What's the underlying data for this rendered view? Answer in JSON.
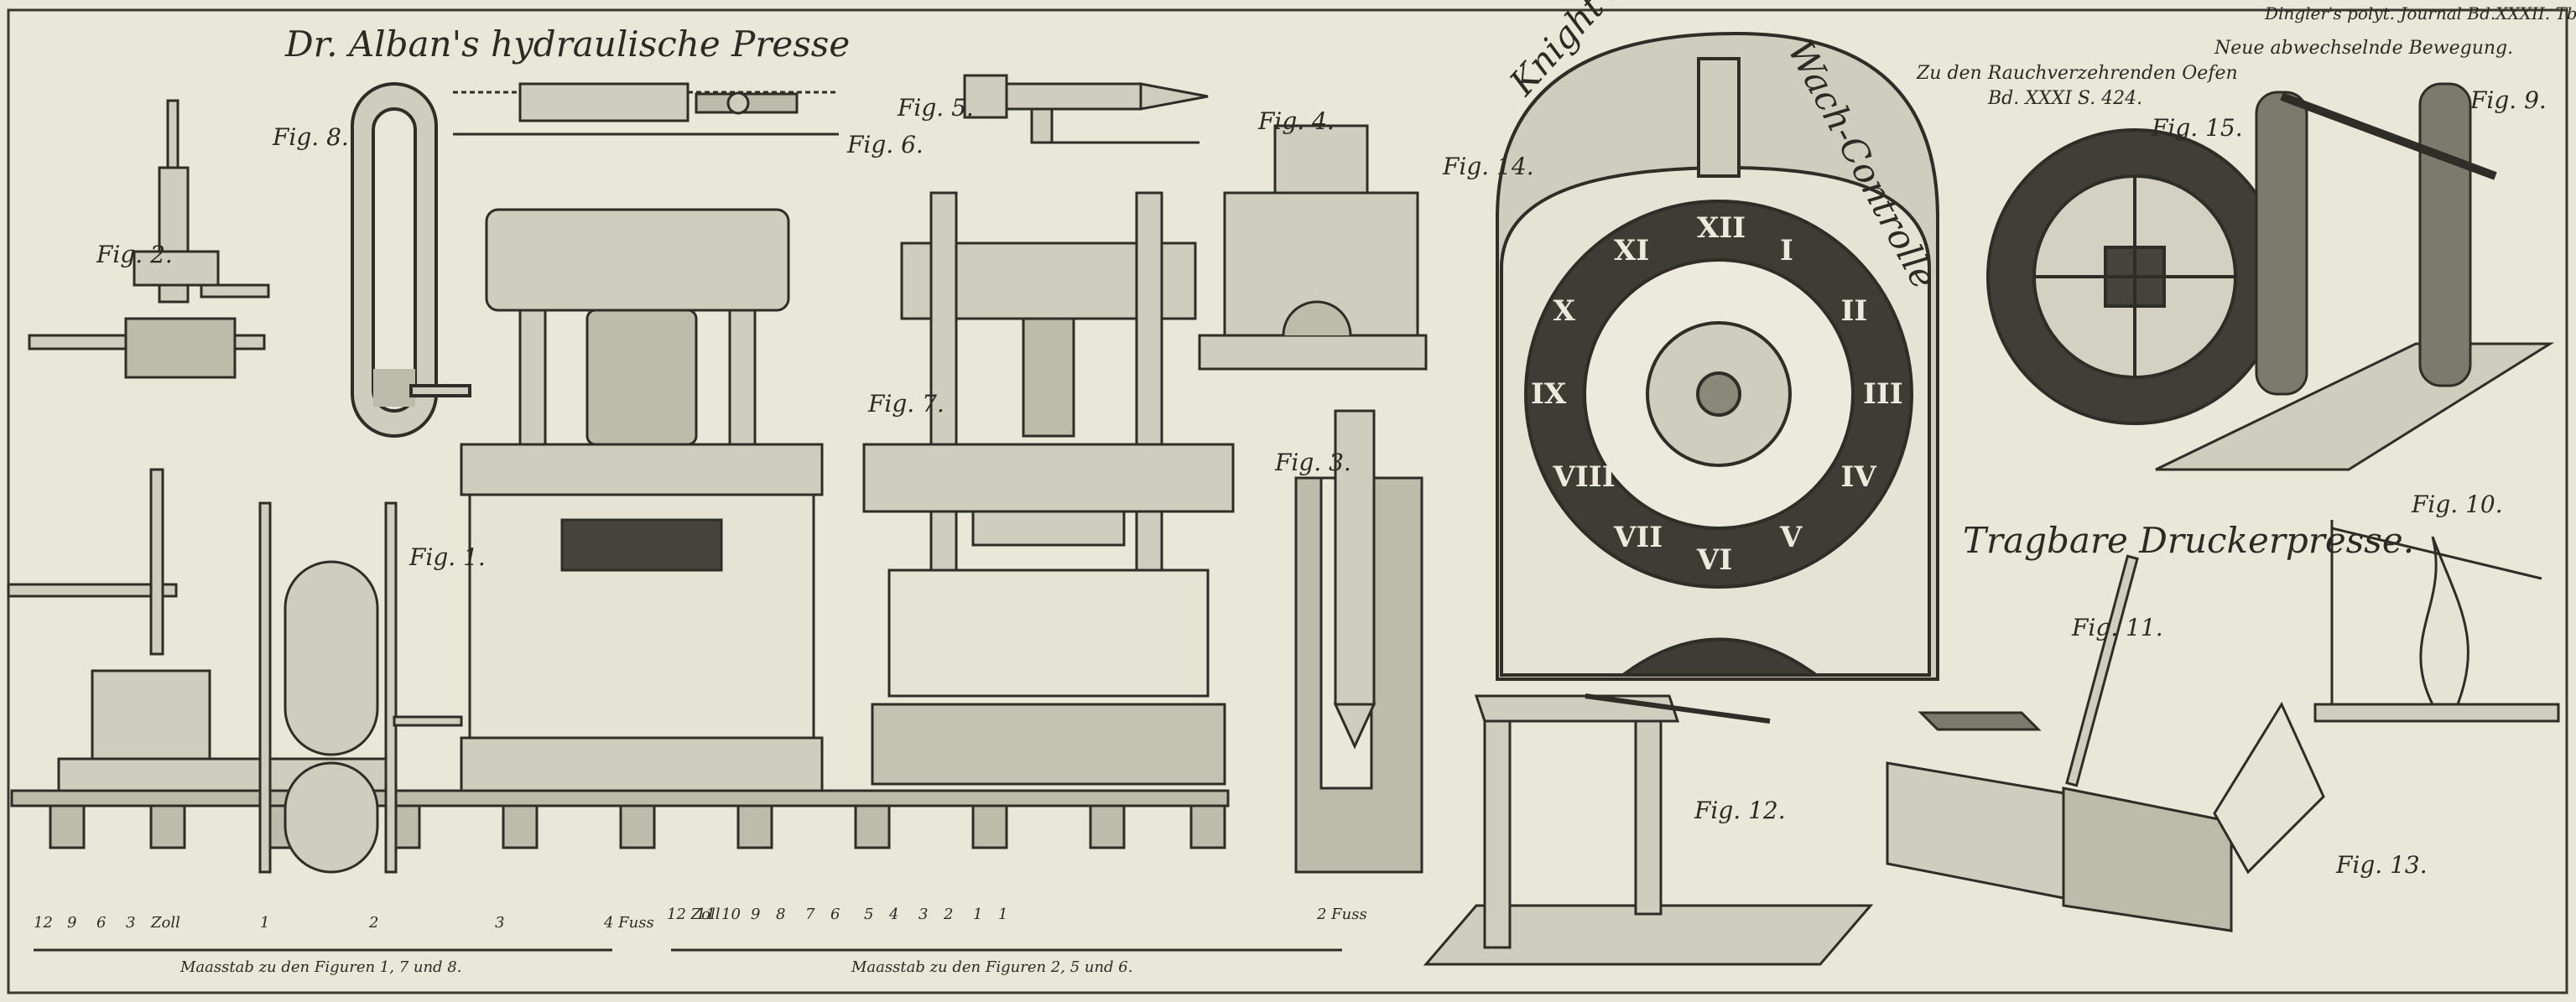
{
  "header": {
    "title": "Dr. Alban's hydraulische Presse",
    "journal": "Dingler's polyt. Journal Bd.XXXII. Tb.IV.",
    "clock_title_1": "Knight's",
    "clock_title_2": "Wach-Controlle",
    "smoke_title_1": "Zu den Rauchverzehrenden Oefen",
    "smoke_title_2": "Bd. XXXI S. 424.",
    "motion_title": "Neue abwechselnde Bewegung.",
    "press_title": "Tragbare Druckerpresse."
  },
  "figures": {
    "fig1": "Fig. 1.",
    "fig2": "Fig. 2.",
    "fig3": "Fig. 3.",
    "fig4": "Fig. 4.",
    "fig5": "Fig. 5.",
    "fig6": "Fig. 6.",
    "fig7": "Fig. 7.",
    "fig8": "Fig. 8.",
    "fig9": "Fig. 9.",
    "fig10": "Fig. 10.",
    "fig11": "Fig. 11.",
    "fig12": "Fig. 12.",
    "fig13": "Fig. 13.",
    "fig14": "Fig. 14.",
    "fig15": "Fig. 15."
  },
  "scales": {
    "scale1_caption": "Maasstab zu den Figuren 1, 7 und 8.",
    "scale2_caption": "Maasstab zu den Figuren 2, 5 und 6.",
    "scale1_ticks": [
      "12",
      "9",
      "6",
      "3",
      "Zoll",
      "1",
      "2",
      "3",
      "4 Fuss"
    ],
    "scale2_ticks": [
      "12 Zoll",
      "11",
      "10",
      "9",
      "8",
      "7",
      "6",
      "5",
      "4",
      "3",
      "2",
      "1",
      "1",
      "2 Fuss"
    ]
  },
  "clock": {
    "numerals": [
      "XII",
      "I",
      "II",
      "III",
      "IV",
      "V",
      "VI",
      "VII",
      "VIII",
      "IX",
      "X",
      "XI"
    ]
  }
}
